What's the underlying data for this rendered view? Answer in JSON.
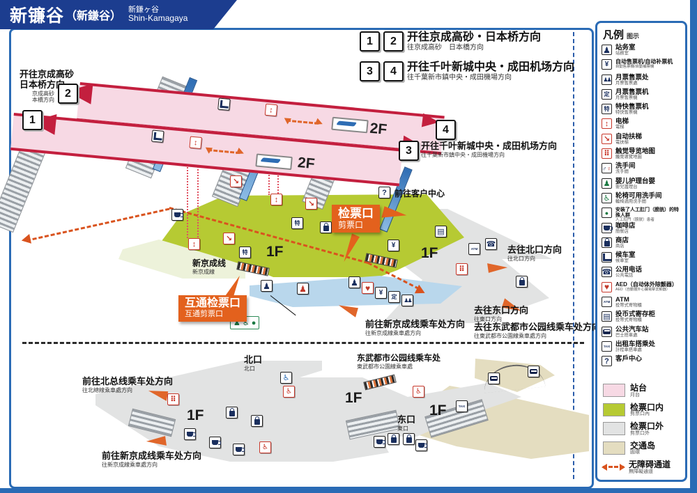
{
  "header": {
    "title": "新镰谷",
    "paren": "（新鎌谷）",
    "jp": "新鎌ヶ谷",
    "en": "Shin-Kamagaya"
  },
  "boxes": {
    "b1": "1",
    "b2": "2",
    "b3": "3",
    "b4": "4"
  },
  "floor": {
    "f1": "1F",
    "f2": "2F"
  },
  "platform_labels": {
    "p12": {
      "label": "开往京成高砂・日本桥方向",
      "sub": "往京成高砂　日本橋方向"
    },
    "p34": {
      "label": "开往千叶新城中央・成田机场方向",
      "sub": "往千葉新市鎮中央・成田機場方向"
    },
    "left": {
      "l1": "开往京成高砂",
      "l2": "日本桥方向",
      "s1": "京成高砂",
      "s2": "本橋方向"
    },
    "right": {
      "label": "开往千叶新城中央・成田机场方向",
      "sub": "往千葉新市鎮中央・成田機場方向"
    }
  },
  "callouts": {
    "ticket_gate": {
      "label": "检票口",
      "sub": "剪票口"
    },
    "transfer_gate": {
      "label": "互通检票口",
      "sub": "互通剪票口"
    }
  },
  "labels": {
    "customer_center": "前往客户中心",
    "shinkeisei": {
      "label": "新京成线",
      "sub": "新京成線"
    },
    "to_north": {
      "label": "去往北口方向",
      "sub": "往北口方向"
    },
    "to_east": {
      "label": "去往东口方向",
      "sub": "往東口方向"
    },
    "to_tobu": {
      "label": "去往东武都市公园线乘车处方向",
      "sub": "往東武都市公園線乘車處方向"
    },
    "to_shinkeisei": {
      "label": "前往新京成线乘车处方向",
      "sub": "往新京成線乘車處方向"
    },
    "north_exit": {
      "label": "北口",
      "sub": "北口"
    },
    "east_exit": {
      "label": "东口",
      "sub": "東口"
    },
    "tobu_boarding": {
      "label": "东武都市公园线乘车处",
      "sub": "東武都市公園線乘車處"
    },
    "to_hokuso": {
      "label": "前往北总线乘车处方向",
      "sub": "往北總線乘車處方向"
    },
    "to_shinkeisei2": {
      "label": "前往新京成线乘车处方向",
      "sub": "往新京成線乘車處方向"
    }
  },
  "legend": {
    "title": "凡例",
    "subtitle": "图示",
    "items": [
      {
        "icon": "station-office",
        "label": "站务室",
        "sub": "站務室"
      },
      {
        "icon": "ticket-machine",
        "label": "自动售票机/自动补票机",
        "sub": "自動售票機/自動補票機"
      },
      {
        "icon": "commuter-pass-office",
        "label": "月票售票处",
        "sub": "月票售票處"
      },
      {
        "icon": "commuter-pass-machine",
        "label": "月票售票机",
        "sub": "月票售票機"
      },
      {
        "icon": "express-ticket-machine",
        "label": "特快售票机",
        "sub": "特快售票機"
      },
      {
        "icon": "elevator",
        "label": "电梯",
        "sub": "電梯"
      },
      {
        "icon": "escalator",
        "label": "自动扶梯",
        "sub": "電扶梯"
      },
      {
        "icon": "tactile-map",
        "label": "触觉导览地图",
        "sub": "觸覺導覽地圖"
      },
      {
        "icon": "restroom",
        "label": "洗手间",
        "sub": "洗手間"
      },
      {
        "icon": "baby-care",
        "label": "婴儿护理台婴",
        "sub": "嬰兒護理台"
      },
      {
        "icon": "accessible-restroom",
        "label": "轮椅可用洗手间",
        "sub": "輪椅適用洗手間"
      },
      {
        "icon": "ostomate",
        "label": "安装了人工肛门（膀胱）的特殊人群",
        "sub": "人工肛門（膀胱）患者"
      },
      {
        "icon": "coffee",
        "label": "咖啡店",
        "sub": "簡餐店"
      },
      {
        "icon": "shop",
        "label": "商店",
        "sub": "商店"
      },
      {
        "icon": "waiting-room",
        "label": "候车室",
        "sub": "候車室"
      },
      {
        "icon": "phone",
        "label": "公用电话",
        "sub": "公共電話"
      },
      {
        "icon": "aed",
        "label": "AED（自动体外除颤器）",
        "sub": "AED（自動體外心臟電擊去顫器）"
      },
      {
        "icon": "atm",
        "label": "ATM",
        "sub": "投幣式寄物櫃"
      },
      {
        "icon": "locker",
        "label": "投币式寄存柜",
        "sub": "投幣式寄物櫃"
      },
      {
        "icon": "bus",
        "label": "公共汽车站",
        "sub": "巴士搭車處"
      },
      {
        "icon": "taxi",
        "label": "出租车搭乘处",
        "sub": "計程車搭車處"
      },
      {
        "icon": "customer-center",
        "label": "客戶中心",
        "sub": ""
      }
    ],
    "areas": [
      {
        "color": "#f7d9e4",
        "label": "站台",
        "sub": "月台"
      },
      {
        "color": "#b6ca33",
        "label": "检票口内",
        "sub": "剪票口內"
      },
      {
        "color": "#e2e3e3",
        "label": "检票口外",
        "sub": "剪票口外"
      },
      {
        "color": "#e4ddc0",
        "label": "交通岛",
        "sub": "圓環"
      }
    ],
    "route": {
      "label": "无障碍通道",
      "sub": "無障礙通道"
    }
  },
  "colors": {
    "banner": "#1c3d8f",
    "frame": "#2a6bb5",
    "platform": "#f7d9e4",
    "platform_edge": "#c31f3e",
    "paid_area": "#b6ca33",
    "free_area": "#e2e3e3",
    "traffic_island": "#e4ddc0",
    "restroom_area": "#b9d7ec",
    "route": "#d9531e",
    "callout": "#e3611d"
  }
}
